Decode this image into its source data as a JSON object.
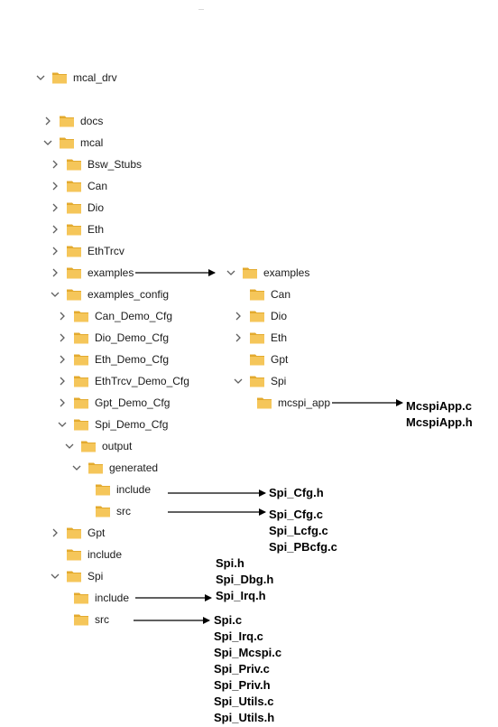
{
  "tree": {
    "root": "mcal_drv",
    "docs": "docs",
    "mcal": "mcal",
    "bsw_stubs": "Bsw_Stubs",
    "can": "Can",
    "dio": "Dio",
    "eth": "Eth",
    "ethtrcv": "EthTrcv",
    "examples": "examples",
    "examples_config": "examples_config",
    "can_demo_cfg": "Can_Demo_Cfg",
    "dio_demo_cfg": "Dio_Demo_Cfg",
    "eth_demo_cfg": "Eth_Demo_Cfg",
    "ethtrcv_demo_cfg": "EthTrcv_Demo_Cfg",
    "gpt_demo_cfg": "Gpt_Demo_Cfg",
    "spi_demo_cfg": "Spi_Demo_Cfg",
    "output": "output",
    "generated": "generated",
    "gen_include": "include",
    "gen_src": "src",
    "gpt": "Gpt",
    "include": "include",
    "spi": "Spi",
    "spi_include": "include",
    "spi_src": "src"
  },
  "examples_tree": {
    "examples": "examples",
    "can": "Can",
    "dio": "Dio",
    "eth": "Eth",
    "gpt": "Gpt",
    "spi": "Spi",
    "mcspi_app": "mcspi_app"
  },
  "files": {
    "mcspi_app": [
      "McspiApp.c",
      "McspiApp.h"
    ],
    "gen_include": [
      "Spi_Cfg.h"
    ],
    "gen_src": [
      "Spi_Cfg.c",
      "Spi_Lcfg.c",
      "Spi_PBcfg.c"
    ],
    "spi_include": [
      "Spi.h",
      "Spi_Dbg.h",
      "Spi_Irq.h"
    ],
    "spi_src": [
      "Spi.c",
      "Spi_Irq.c",
      "Spi_Mcspi.c",
      "Spi_Priv.c",
      "Spi_Priv.h",
      "Spi_Utils.c",
      "Spi_Utils.h"
    ]
  },
  "colors": {
    "folder": "#f5c65a",
    "folder_dark": "#e3aa2e",
    "chevron": "#5f5f5f",
    "arrow": "#000000"
  }
}
